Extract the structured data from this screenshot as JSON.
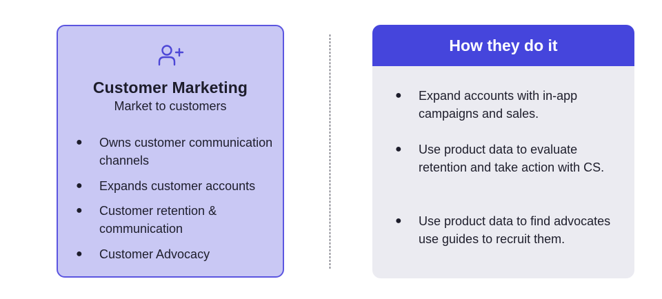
{
  "left_card": {
    "icon": "user-plus-icon",
    "title": "Customer Marketing",
    "subtitle": "Market to customers",
    "items": [
      {
        "bullet": "●",
        "text": "Owns customer communication channels"
      },
      {
        "bullet": "●",
        "text": "Expands customer accounts"
      },
      {
        "bullet": "●",
        "text": "Customer retention & communication"
      },
      {
        "bullet": "●",
        "text": "Customer Advocacy"
      }
    ]
  },
  "right_card": {
    "header": "How they do it",
    "items": [
      {
        "bullet": "●",
        "text": "Expand accounts with in-app campaigns and sales."
      },
      {
        "bullet": "●",
        "text": "Use product data to evaluate retention and take action with CS."
      },
      {
        "bullet": "●",
        "text": "Use product data to find advocates use guides to recruit them."
      }
    ]
  },
  "colors": {
    "left_card_bg": "#c9c8f4",
    "left_card_border": "#5b55e0",
    "right_header_bg": "#4545dc",
    "right_card_bg": "#ebebf1",
    "text": "#1d1d2b"
  }
}
